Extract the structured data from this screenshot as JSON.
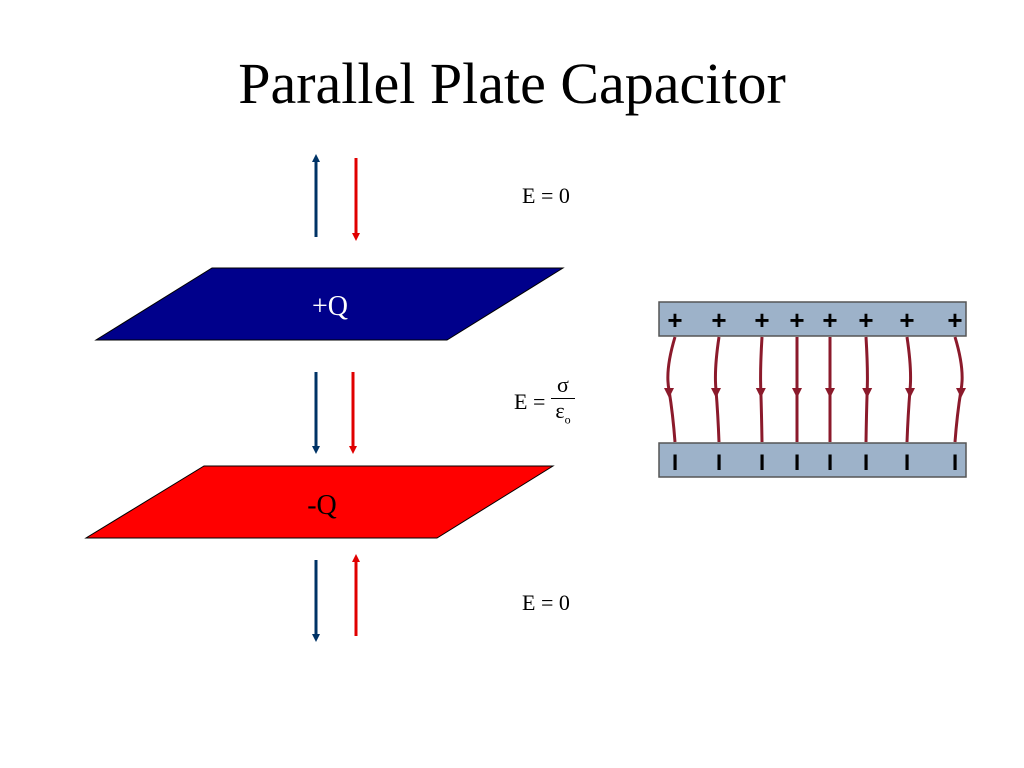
{
  "title": "Parallel Plate Capacitor",
  "plates": {
    "top_label": "+Q",
    "bottom_label": "-Q",
    "top_color": "#00008B",
    "bottom_color": "#FF0000"
  },
  "equations": {
    "above": "E = 0",
    "between_lhs": "E =",
    "between_numerator": "σ",
    "between_denominator": "ε",
    "between_denominator_sub": "o",
    "below": "E = 0"
  },
  "side_view": {
    "top_signs": [
      "+",
      "+",
      "+",
      "+",
      "+",
      "+",
      "+",
      "+"
    ],
    "bottom_signs": [
      "I",
      "I",
      "I",
      "I",
      "I",
      "I",
      "I",
      "I"
    ],
    "plate_color": "#9DB2C9",
    "field_line_color": "#8B1A2B"
  },
  "colors": {
    "blue_arrow": "#003366",
    "red_arrow": "#E00000"
  }
}
